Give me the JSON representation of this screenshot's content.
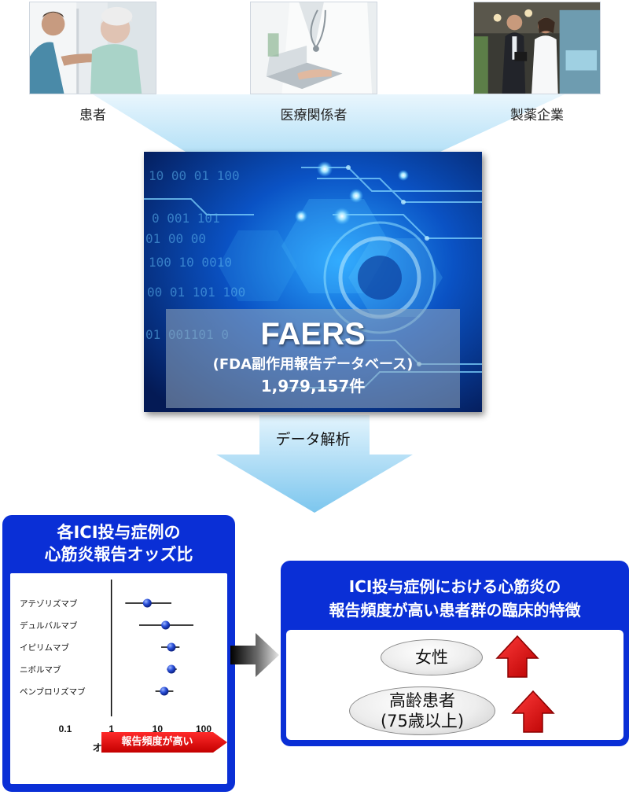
{
  "sources": {
    "patient": "患者",
    "medical": "医療関係者",
    "pharma": "製薬企業"
  },
  "database": {
    "title": "FAERS",
    "subtitle": "(FDA副作用報告データベース)",
    "count": "1,979,157件"
  },
  "analysis_label": "データ解析",
  "or_panel": {
    "title_line1": "各ICI投与症例の",
    "title_line2": "心筋炎報告オッズ比",
    "banner": "報告頻度が高い"
  },
  "chart_data": {
    "type": "forest",
    "categories": [
      "アテゾリズマブ",
      "デュルバルマブ",
      "イピリムマブ",
      "ニボルマブ",
      "ペンブロリズマブ"
    ],
    "estimates": [
      6,
      15,
      20,
      20,
      14
    ],
    "ci_lower": [
      2,
      4,
      12,
      16,
      9
    ],
    "ci_upper": [
      20,
      60,
      30,
      26,
      22
    ],
    "xlabel": "オッズ比",
    "xscale": "log",
    "xlim": [
      0.1,
      100
    ],
    "xticks": [
      "0.1",
      "1",
      "10",
      "100"
    ],
    "reference_line": 1,
    "colors": {
      "point": "#1f3fc8",
      "line": "#000000"
    }
  },
  "trait_panel": {
    "title_line1": "ICI投与症例における心筋炎の",
    "title_line2": "報告頻度が高い患者群の臨床的特徴",
    "traits": [
      {
        "line1": "女性",
        "line2": ""
      },
      {
        "line1": "高齢患者",
        "line2": "(75歳以上)"
      }
    ]
  },
  "colors": {
    "panel_blue": "#0a2fd6",
    "arrow_red": "#e60000",
    "funnel_blue": "#9ad4f2"
  }
}
